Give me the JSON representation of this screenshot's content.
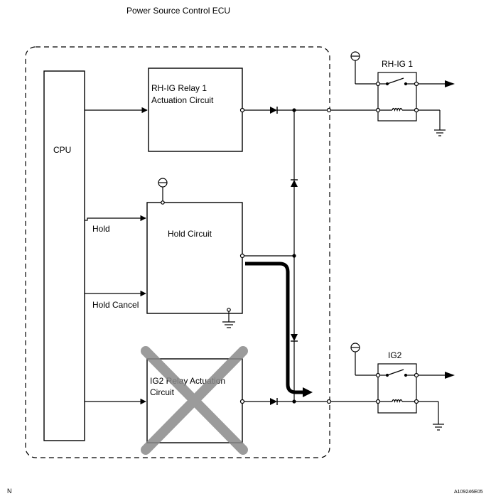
{
  "diagram": {
    "title": "Power Source Control ECU",
    "cpu_label": "CPU",
    "rh_ig_circuit_label_line1": "RH-IG Relay 1",
    "rh_ig_circuit_label_line2": "Actuation Circuit",
    "hold_circuit_label": "Hold Circuit",
    "hold_signal_label": "Hold",
    "hold_cancel_signal_label": "Hold Cancel",
    "ig2_circuit_label_line1": "IG2 Relay Actuation",
    "ig2_circuit_label_line2": "Circuit",
    "relay1_label": "RH-IG 1",
    "relay2_label": "IG2",
    "corner_left": "N",
    "corner_right": "A109246E05"
  },
  "colors": {
    "line": "#000000",
    "cross": "#8a8a8a",
    "background": "#ffffff"
  },
  "icons": [
    "battery-terminal-icon",
    "ground-icon",
    "diode-icon",
    "relay-coil-icon",
    "relay-switch-icon",
    "arrow-icon",
    "cross-mark-icon"
  ]
}
